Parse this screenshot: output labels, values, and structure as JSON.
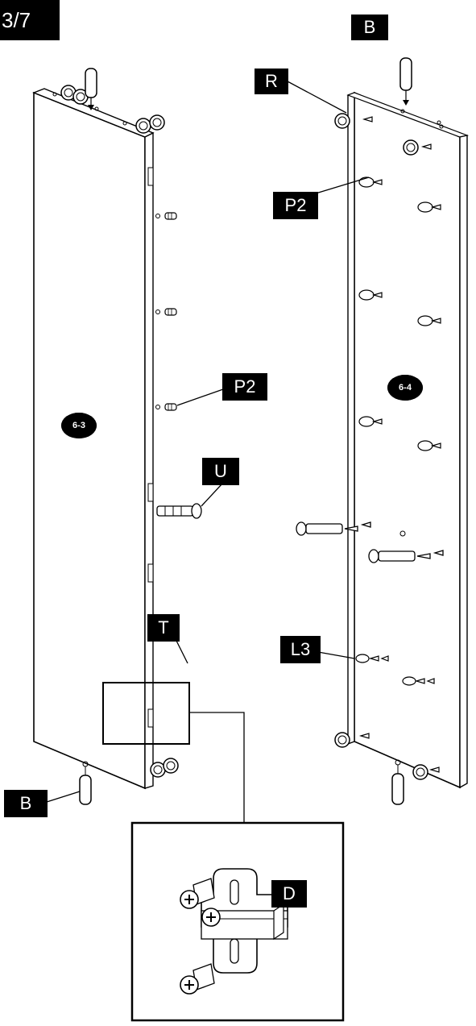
{
  "step": "3/7",
  "panels": [
    {
      "id": "6-3"
    },
    {
      "id": "6-4"
    }
  ],
  "labels": {
    "b_top": "B",
    "r": "R",
    "p2_right": "P2",
    "p2_left": "P2",
    "u": "U",
    "l3": "L3",
    "b_bottom": "B",
    "t": "T",
    "d": "D"
  }
}
